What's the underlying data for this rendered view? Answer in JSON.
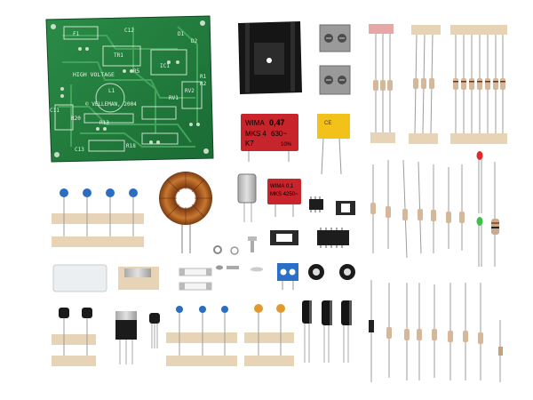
{
  "pcb": {
    "silk_brand": "© VELLEMAN, 2004",
    "silk_hv": "HIGH VOLTAGE",
    "silk_refs": [
      "F1",
      "C12",
      "TR1",
      "R5",
      "IC1",
      "D1",
      "D2",
      "L1",
      "R20",
      "R13",
      "C13",
      "R18",
      "RV1",
      "RV2",
      "C11",
      "R1",
      "R2"
    ]
  },
  "capacitors": {
    "wima_red_large": {
      "brand": "WIMA",
      "value": "0,47",
      "series": "MKS 4",
      "voltage": "630~",
      "code": "K7",
      "tol": "10%"
    },
    "wima_red_small": {
      "brand": "WIMA",
      "value": "0,1",
      "series": "MKS 4",
      "voltage": "250~"
    },
    "yellow_x2": {
      "text": "CE"
    }
  },
  "colors": {
    "pcb_green": "#1f7a3c",
    "pcb_silk": "#e8f3e6",
    "heatsink": "#151515",
    "terminal_grey": "#9a9a9a",
    "wima_red": "#c8242b",
    "x2_yellow": "#f2c21b",
    "paper_tape": "#e7d4b6",
    "copper": "#b86a2d",
    "trimmer_blue": "#2a6dc1",
    "led_red": "#e02a2a",
    "led_green": "#3ec04a"
  }
}
